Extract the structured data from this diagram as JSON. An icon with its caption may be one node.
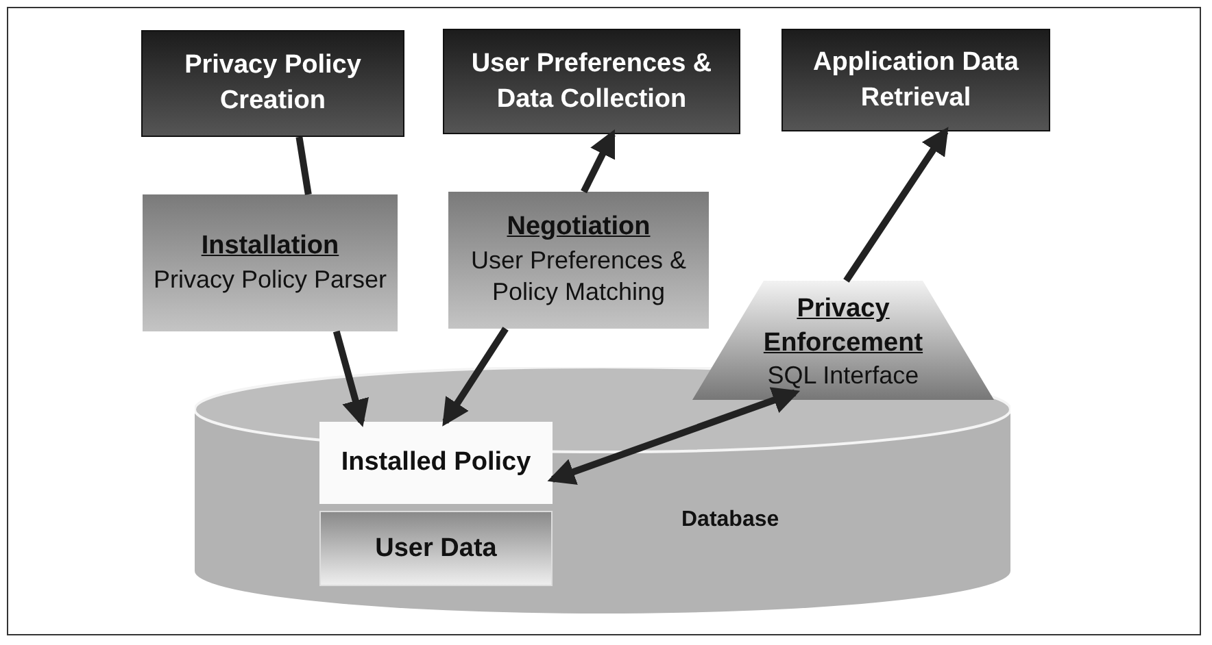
{
  "diagram": {
    "nodes": [
      {
        "text": [
          "Privacy Policy Creation"
        ]
      },
      {
        "text": [
          "User Preferences & Data Collection"
        ]
      },
      {
        "text": [
          "Application Data Retrieval"
        ]
      },
      {
        "text": [
          "Installation",
          "Privacy Policy Parser"
        ]
      },
      {
        "text": [
          "Negotiation",
          "User Preferences & Policy Matching"
        ]
      },
      {
        "text": [
          "Database"
        ]
      },
      {
        "text": [
          "Privacy Enforcement",
          "SQL Interface"
        ]
      },
      {
        "text": [
          "Installed Policy"
        ],
        "in": 5
      },
      {
        "text": [
          "User Data"
        ],
        "in": 5
      }
    ],
    "edges": [
      {
        "from": 0,
        "to": 3,
        "arrow": "none"
      },
      {
        "from": 3,
        "to": 7,
        "arrow": "to"
      },
      {
        "from": 4,
        "to": 1,
        "arrow": "to"
      },
      {
        "from": 4,
        "to": 7,
        "arrow": "to"
      },
      {
        "from": 7,
        "to": 6,
        "arrow": "both"
      },
      {
        "from": 6,
        "to": 2,
        "arrow": "to"
      }
    ]
  }
}
